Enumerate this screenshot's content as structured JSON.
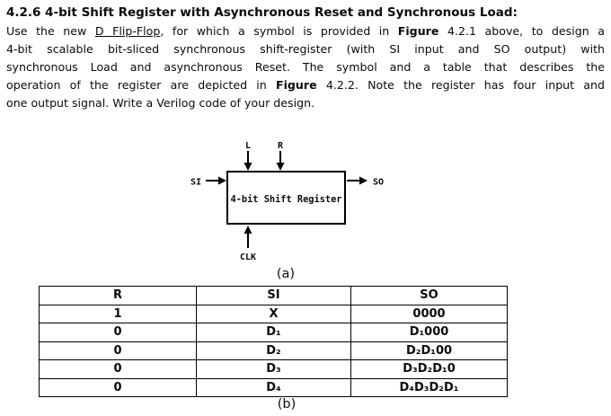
{
  "document": {
    "heading": "4.2.6 4-bit Shift Register with Asynchronous Reset and Synchronous Load:",
    "paragraph": {
      "line1": {
        "s1": "Use the new ",
        "s2": "D Flip-Flop",
        "s3": ", for which a symbol is provided in ",
        "s4": "Figure",
        "s5": " 4.2.1 above, to design a"
      },
      "line2": "4-bit scalable bit-sliced synchronous shift-register (with SI input and SO output) with",
      "line3": "synchronous Load and asynchronous Reset. The symbol and a table that describes the",
      "line4": {
        "s1": "operation of the register are depicted in ",
        "s2": "Figure",
        "s3": " 4.2.2. Note the register has four input and"
      },
      "line5": "one output signal. Write a Verilog code of your design."
    }
  },
  "figure": {
    "box_label": "4-bit Shift Register",
    "input_left": "SI",
    "output_right": "SO",
    "input_top_left": "L",
    "input_top_right": "R",
    "input_bottom": "CLK",
    "caption_a": "(a)",
    "caption_b": "(b)"
  },
  "table": {
    "headers": [
      "R",
      "SI",
      "SO"
    ],
    "rows": [
      [
        "1",
        "X",
        "0000"
      ],
      [
        "0",
        "D₁",
        "D₁000"
      ],
      [
        "0",
        "D₂",
        "D₂D₁00"
      ],
      [
        "0",
        "D₃",
        "D₃D₂D₁0"
      ],
      [
        "0",
        "D₄",
        "D₄D₃D₂D₁"
      ]
    ]
  },
  "colors": {
    "text": "#0b0b0e",
    "background": "#ffffff",
    "border": "#000000"
  }
}
